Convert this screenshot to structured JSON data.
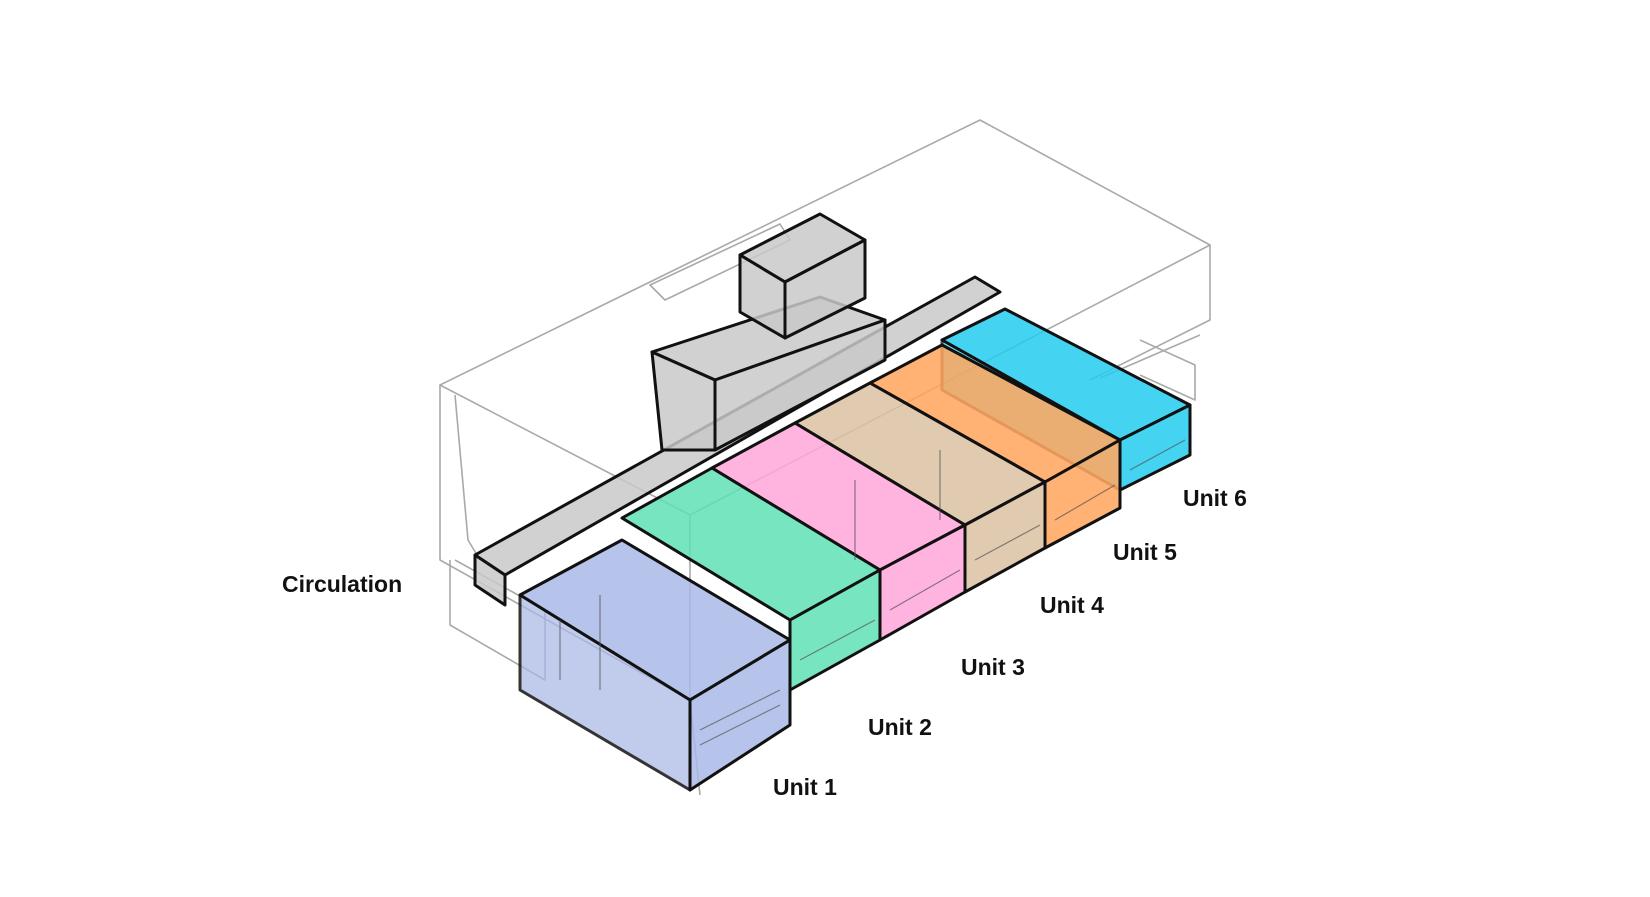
{
  "labels": {
    "circulation": "Circulation",
    "unit1": "Unit 1",
    "unit2": "Unit 2",
    "unit3": "Unit 3",
    "unit4": "Unit 4",
    "unit5": "Unit 5",
    "unit6": "Unit 6"
  },
  "colors": {
    "circulation": "#c9c9c9",
    "unit1": "#a9b8e6",
    "unit2": "#5fe0b5",
    "unit3": "#ffa6d9",
    "unit4": "#dcc2a2",
    "unit5": "#ffa55a",
    "unit6": "#23cdee",
    "outline": "#111111",
    "building": "#a9a9a9"
  }
}
